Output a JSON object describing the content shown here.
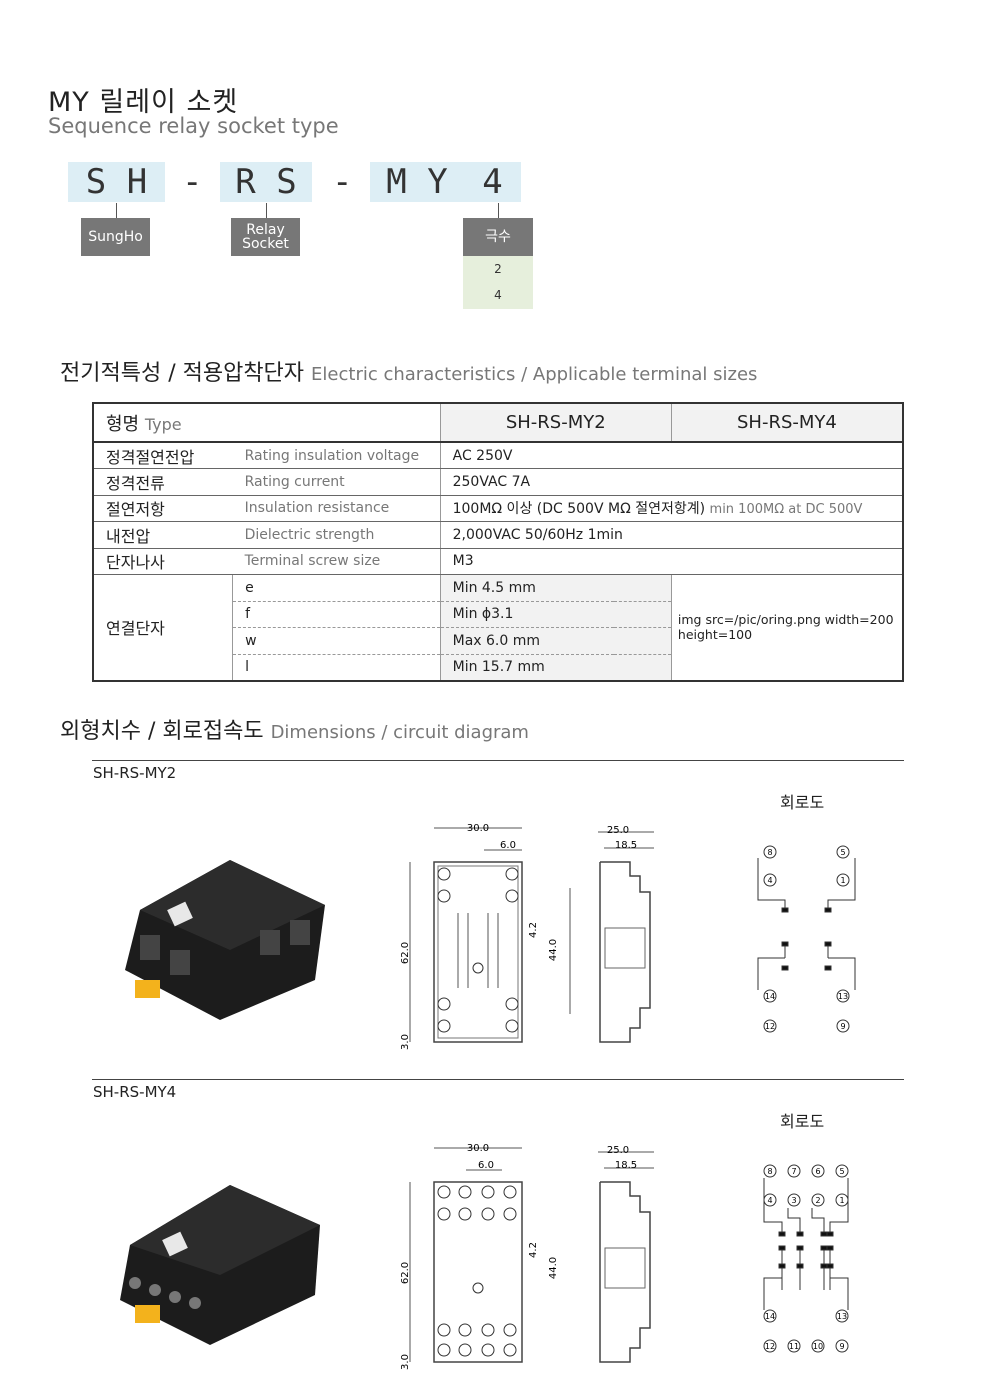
{
  "header": {
    "title": "MY 릴레이 소켓",
    "subtitle": "Sequence relay socket type"
  },
  "code": {
    "part1": "S H",
    "part2": "R S",
    "part3": "M Y",
    "part4": "4",
    "dash": "-",
    "label1": "SungHo",
    "label2_line1": "Relay",
    "label2_line2": "Socket",
    "label3": "극수",
    "options": [
      "2",
      "4"
    ]
  },
  "section1": {
    "ko": "전기적특성 / 적용압착단자",
    "en": "Electric characteristics / Applicable terminal sizes"
  },
  "spec": {
    "type_ko": "형명",
    "type_en": "Type",
    "col1": "SH-RS-MY2",
    "col2": "SH-RS-MY4",
    "rows": [
      {
        "ko": "정격절연전압",
        "en": "Rating insulation voltage",
        "val": "AC 250V"
      },
      {
        "ko": "정격전류",
        "en": "Rating current",
        "val": "250VAC 7A"
      },
      {
        "ko": "절연저항",
        "en": "Insulation resistance",
        "val": "100MΩ 이상 (DC 500V MΩ 절연저항계)",
        "val2": "min 100MΩ at DC 500V"
      },
      {
        "ko": "내전압",
        "en": "Dielectric strength",
        "val": "2,000VAC 50/60Hz 1min"
      },
      {
        "ko": "단자나사",
        "en": "Terminal screw size",
        "val": "M3"
      }
    ],
    "term_ko": "연결단자",
    "term_rows": [
      {
        "k": "e",
        "v": "Min 4.5 mm"
      },
      {
        "k": "f",
        "v": "Min ϕ3.1"
      },
      {
        "k": "w",
        "v": "Max 6.0 mm"
      },
      {
        "k": "l",
        "v": "Min 15.7 mm"
      }
    ],
    "img_note": "img src=/pic/oring.png width=200 height=100"
  },
  "section2": {
    "ko": "외형치수 / 회로접속도",
    "en": "Dimensions / circuit diagram"
  },
  "models": [
    {
      "name": "SH-RS-MY2",
      "circuit_label": "회로도"
    },
    {
      "name": "SH-RS-MY4",
      "circuit_label": "회로도"
    }
  ],
  "dims": {
    "w30": "30.0",
    "w6": "6.0",
    "w25": "25.0",
    "w185": "18.5",
    "h62": "62.0",
    "h3": "3.0",
    "h44": "44.0",
    "h42": "4.2"
  },
  "pins_my2": {
    "top": [
      "8",
      "5"
    ],
    "mid": [
      "4",
      "1"
    ],
    "bot": [
      "14",
      "13"
    ],
    "base": [
      "12",
      "9"
    ]
  },
  "pins_my4": {
    "top": [
      "8",
      "7",
      "6",
      "5"
    ],
    "mid": [
      "4",
      "3",
      "2",
      "1"
    ],
    "bot": [
      "14",
      "13"
    ],
    "base": [
      "12",
      "11",
      "10",
      "9"
    ]
  }
}
